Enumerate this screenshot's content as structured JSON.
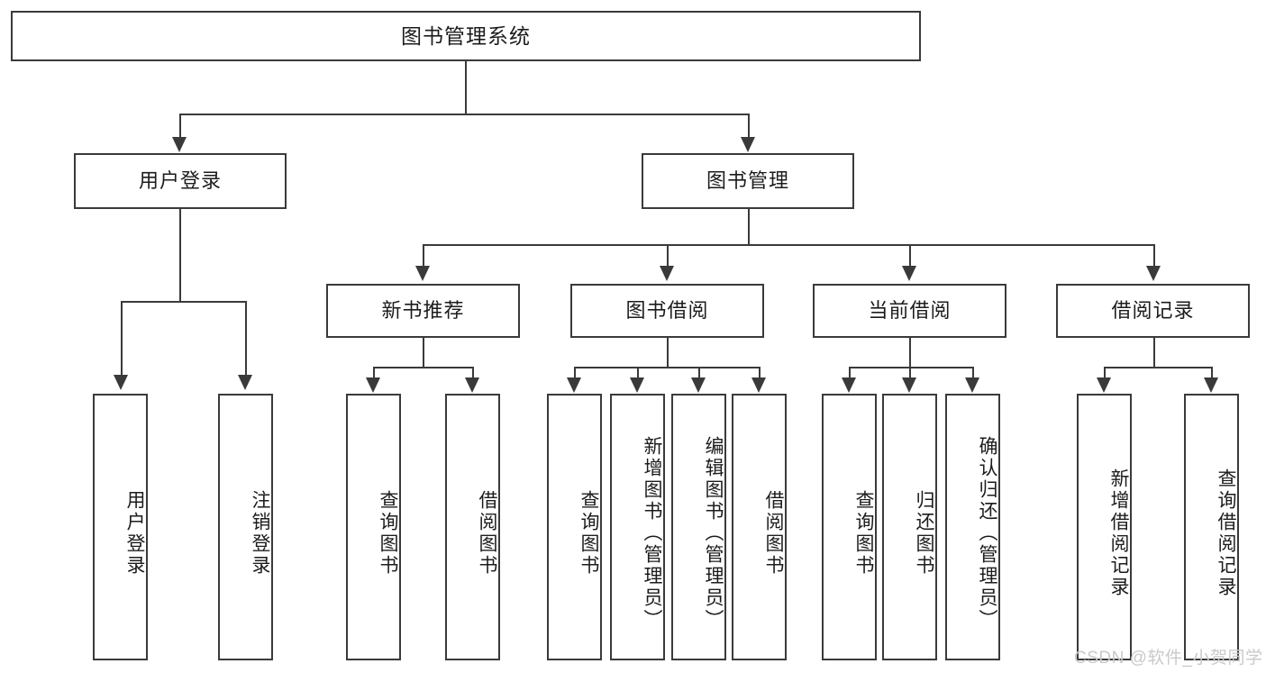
{
  "diagram": {
    "type": "tree-hierarchy-chart",
    "title": "图书管理系统",
    "levels": {
      "level1": [
        {
          "id": "root",
          "label": "图书管理系统"
        }
      ],
      "level2": [
        {
          "id": "user-login",
          "label": "用户登录"
        },
        {
          "id": "book-manage",
          "label": "图书管理"
        }
      ],
      "level3": [
        {
          "id": "new-book-recommend",
          "label": "新书推荐"
        },
        {
          "id": "book-borrow",
          "label": "图书借阅"
        },
        {
          "id": "current-borrow",
          "label": "当前借阅"
        },
        {
          "id": "borrow-record",
          "label": "借阅记录"
        }
      ],
      "level4": [
        {
          "id": "leaf-user-login",
          "label": "用户登录"
        },
        {
          "id": "leaf-logout",
          "label": "注销登录"
        },
        {
          "id": "leaf-query-book-1",
          "label": "查询图书"
        },
        {
          "id": "leaf-borrow-book-1",
          "label": "借阅图书"
        },
        {
          "id": "leaf-query-book-2",
          "label": "查询图书"
        },
        {
          "id": "leaf-add-book",
          "label": "新增图书（管理员）"
        },
        {
          "id": "leaf-edit-book",
          "label": "编辑图书（管理员）"
        },
        {
          "id": "leaf-borrow-book-2",
          "label": "借阅图书"
        },
        {
          "id": "leaf-query-book-3",
          "label": "查询图书"
        },
        {
          "id": "leaf-return-book",
          "label": "归还图书"
        },
        {
          "id": "leaf-confirm-return",
          "label": "确认归还（管理员）"
        },
        {
          "id": "leaf-add-record",
          "label": "新增借阅记录"
        },
        {
          "id": "leaf-query-record",
          "label": "查询借阅记录"
        }
      ]
    },
    "edges": [
      {
        "from": "root",
        "to": "user-login"
      },
      {
        "from": "root",
        "to": "book-manage"
      },
      {
        "from": "user-login",
        "to": "leaf-user-login"
      },
      {
        "from": "user-login",
        "to": "leaf-logout"
      },
      {
        "from": "book-manage",
        "to": "new-book-recommend"
      },
      {
        "from": "book-manage",
        "to": "book-borrow"
      },
      {
        "from": "book-manage",
        "to": "current-borrow"
      },
      {
        "from": "book-manage",
        "to": "borrow-record"
      },
      {
        "from": "new-book-recommend",
        "to": "leaf-query-book-1"
      },
      {
        "from": "new-book-recommend",
        "to": "leaf-borrow-book-1"
      },
      {
        "from": "book-borrow",
        "to": "leaf-query-book-2"
      },
      {
        "from": "book-borrow",
        "to": "leaf-add-book"
      },
      {
        "from": "book-borrow",
        "to": "leaf-edit-book"
      },
      {
        "from": "book-borrow",
        "to": "leaf-borrow-book-2"
      },
      {
        "from": "current-borrow",
        "to": "leaf-query-book-3"
      },
      {
        "from": "current-borrow",
        "to": "leaf-return-book"
      },
      {
        "from": "current-borrow",
        "to": "leaf-confirm-return"
      },
      {
        "from": "borrow-record",
        "to": "leaf-add-record"
      },
      {
        "from": "borrow-record",
        "to": "leaf-query-record"
      }
    ],
    "colors": {
      "stroke": "#3a3a3a",
      "fill": "#ffffff",
      "text": "#1c1c1c",
      "watermark": "#c9c9c9"
    }
  },
  "watermark": {
    "text": "CSDN @软件_小贺同学"
  }
}
